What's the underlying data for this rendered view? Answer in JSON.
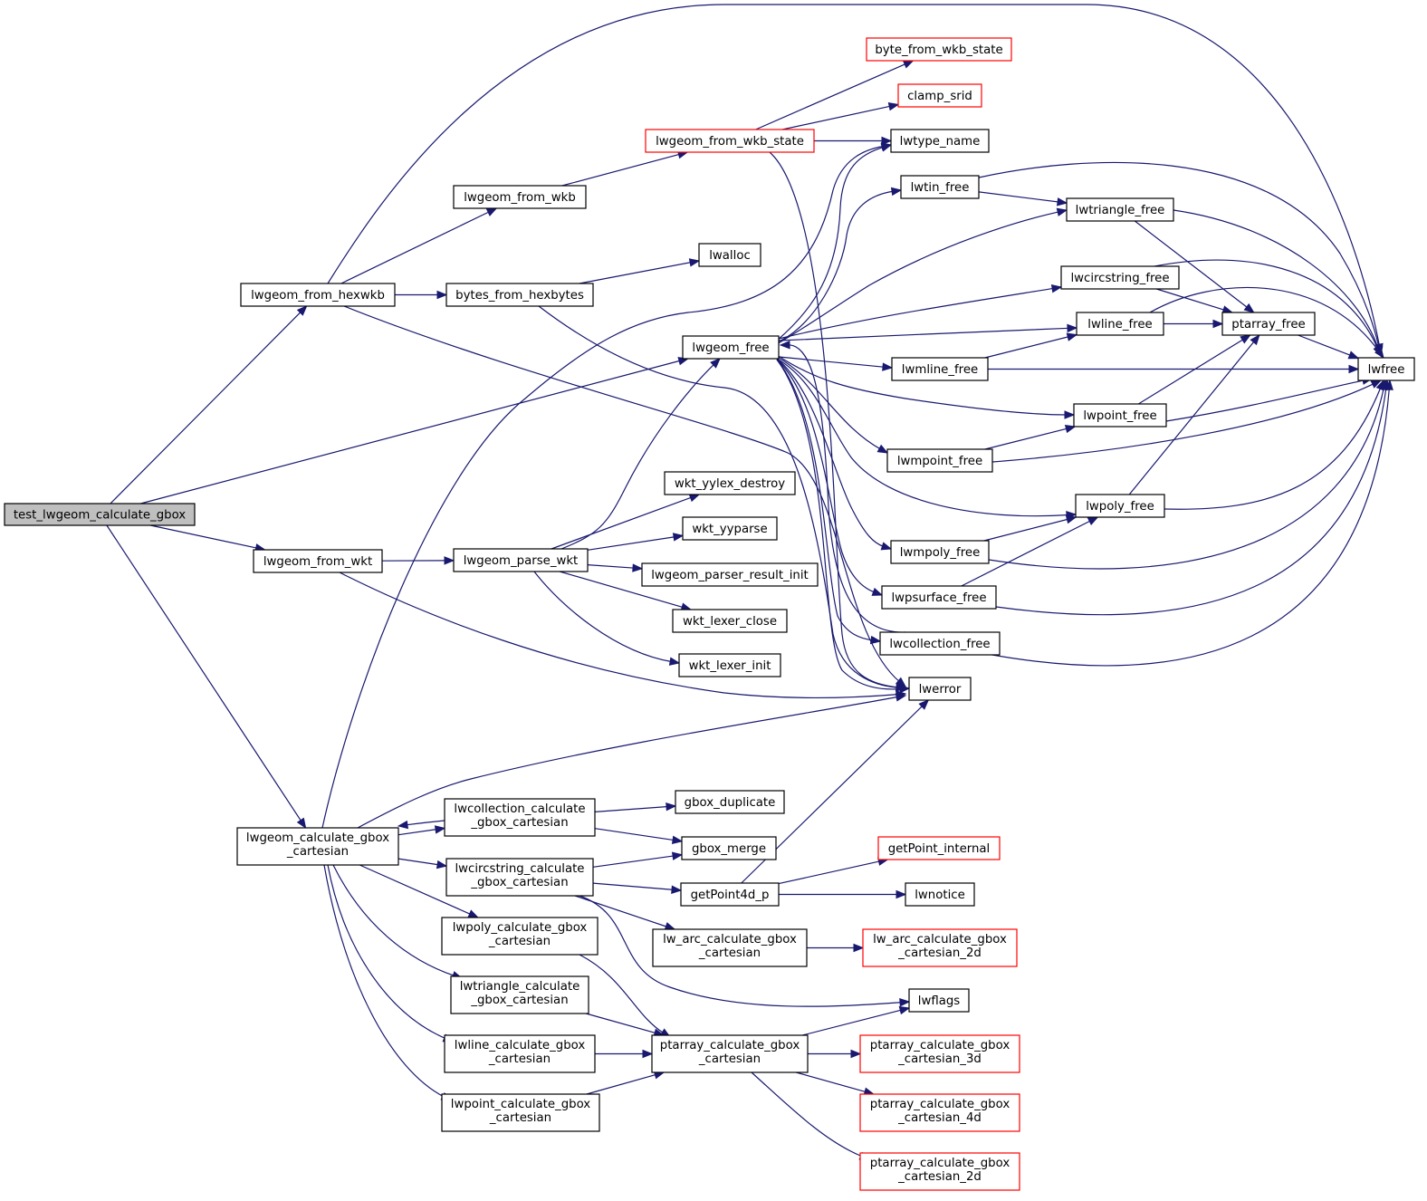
{
  "nodes": [
    {
      "id": "test",
      "lines": [
        "test_lwgeom_calculate_gbox"
      ],
      "color": "gray"
    },
    {
      "id": "from_hexwkb",
      "lines": [
        "lwgeom_from_hexwkb"
      ],
      "color": "black"
    },
    {
      "id": "from_wkt",
      "lines": [
        "lwgeom_from_wkt"
      ],
      "color": "black"
    },
    {
      "id": "calc_gbox_cart",
      "lines": [
        "lwgeom_calculate_gbox",
        "_cartesian"
      ],
      "color": "black"
    },
    {
      "id": "from_wkb",
      "lines": [
        "lwgeom_from_wkb"
      ],
      "color": "black"
    },
    {
      "id": "bytes_from_hexbytes",
      "lines": [
        "bytes_from_hexbytes"
      ],
      "color": "black"
    },
    {
      "id": "from_wkb_state",
      "lines": [
        "lwgeom_from_wkb_state"
      ],
      "color": "red"
    },
    {
      "id": "parse_wkt",
      "lines": [
        "lwgeom_parse_wkt"
      ],
      "color": "black"
    },
    {
      "id": "lwgeom_free",
      "lines": [
        "lwgeom_free"
      ],
      "color": "black"
    },
    {
      "id": "coll_calc",
      "lines": [
        "lwcollection_calculate",
        "_gbox_cartesian"
      ],
      "color": "black"
    },
    {
      "id": "circ_calc",
      "lines": [
        "lwcircstring_calculate",
        "_gbox_cartesian"
      ],
      "color": "black"
    },
    {
      "id": "poly_calc",
      "lines": [
        "lwpoly_calculate_gbox",
        "_cartesian"
      ],
      "color": "black"
    },
    {
      "id": "tri_calc",
      "lines": [
        "lwtriangle_calculate",
        "_gbox_cartesian"
      ],
      "color": "black"
    },
    {
      "id": "line_calc",
      "lines": [
        "lwline_calculate_gbox",
        "_cartesian"
      ],
      "color": "black"
    },
    {
      "id": "point_calc",
      "lines": [
        "lwpoint_calculate_gbox",
        "_cartesian"
      ],
      "color": "black"
    },
    {
      "id": "byte_from_wkb_state",
      "lines": [
        "byte_from_wkb_state"
      ],
      "color": "red"
    },
    {
      "id": "clamp_srid",
      "lines": [
        "clamp_srid"
      ],
      "color": "red"
    },
    {
      "id": "lwtype_name",
      "lines": [
        "lwtype_name"
      ],
      "color": "black"
    },
    {
      "id": "lwtin_free",
      "lines": [
        "lwtin_free"
      ],
      "color": "black"
    },
    {
      "id": "lwalloc",
      "lines": [
        "lwalloc"
      ],
      "color": "black"
    },
    {
      "id": "yylex_destroy",
      "lines": [
        "wkt_yylex_destroy"
      ],
      "color": "black"
    },
    {
      "id": "yyparse",
      "lines": [
        "wkt_yyparse"
      ],
      "color": "black"
    },
    {
      "id": "parser_result_init",
      "lines": [
        "lwgeom_parser_result_init"
      ],
      "color": "black"
    },
    {
      "id": "lexer_close",
      "lines": [
        "wkt_lexer_close"
      ],
      "color": "black"
    },
    {
      "id": "lexer_init",
      "lines": [
        "wkt_lexer_init"
      ],
      "color": "black"
    },
    {
      "id": "gbox_duplicate",
      "lines": [
        "gbox_duplicate"
      ],
      "color": "black"
    },
    {
      "id": "gbox_merge",
      "lines": [
        "gbox_merge"
      ],
      "color": "black"
    },
    {
      "id": "getPoint4d_p",
      "lines": [
        "getPoint4d_p"
      ],
      "color": "black"
    },
    {
      "id": "arc_calc",
      "lines": [
        "lw_arc_calculate_gbox",
        "_cartesian"
      ],
      "color": "black"
    },
    {
      "id": "ptarray_calc",
      "lines": [
        "ptarray_calculate_gbox",
        "_cartesian"
      ],
      "color": "black"
    },
    {
      "id": "lwtriangle_free",
      "lines": [
        "lwtriangle_free"
      ],
      "color": "black"
    },
    {
      "id": "lwcircstring_free",
      "lines": [
        "lwcircstring_free"
      ],
      "color": "black"
    },
    {
      "id": "lwline_free",
      "lines": [
        "lwline_free"
      ],
      "color": "black"
    },
    {
      "id": "lwmline_free",
      "lines": [
        "lwmline_free"
      ],
      "color": "black"
    },
    {
      "id": "lwpoint_free",
      "lines": [
        "lwpoint_free"
      ],
      "color": "black"
    },
    {
      "id": "lwmpoint_free",
      "lines": [
        "lwmpoint_free"
      ],
      "color": "black"
    },
    {
      "id": "lwpoly_free",
      "lines": [
        "lwpoly_free"
      ],
      "color": "black"
    },
    {
      "id": "lwmpoly_free",
      "lines": [
        "lwmpoly_free"
      ],
      "color": "black"
    },
    {
      "id": "lwpsurface_free",
      "lines": [
        "lwpsurface_free"
      ],
      "color": "black"
    },
    {
      "id": "lwcollection_free",
      "lines": [
        "lwcollection_free"
      ],
      "color": "black"
    },
    {
      "id": "lwerror",
      "lines": [
        "lwerror"
      ],
      "color": "black"
    },
    {
      "id": "getPoint_internal",
      "lines": [
        "getPoint_internal"
      ],
      "color": "red"
    },
    {
      "id": "lwnotice",
      "lines": [
        "lwnotice"
      ],
      "color": "black"
    },
    {
      "id": "arc_calc_2d",
      "lines": [
        "lw_arc_calculate_gbox",
        "_cartesian_2d"
      ],
      "color": "red"
    },
    {
      "id": "lwflags",
      "lines": [
        "lwflags"
      ],
      "color": "black"
    },
    {
      "id": "pt_3d",
      "lines": [
        "ptarray_calculate_gbox",
        "_cartesian_3d"
      ],
      "color": "red"
    },
    {
      "id": "pt_4d",
      "lines": [
        "ptarray_calculate_gbox",
        "_cartesian_4d"
      ],
      "color": "red"
    },
    {
      "id": "pt_2d",
      "lines": [
        "ptarray_calculate_gbox",
        "_cartesian_2d"
      ],
      "color": "red"
    },
    {
      "id": "ptarray_free",
      "lines": [
        "ptarray_free"
      ],
      "color": "black"
    },
    {
      "id": "lwfree",
      "lines": [
        "lwfree"
      ],
      "color": "black"
    }
  ],
  "edges": [
    [
      "test",
      "from_hexwkb"
    ],
    [
      "test",
      "lwgeom_free"
    ],
    [
      "test",
      "from_wkt"
    ],
    [
      "test",
      "calc_gbox_cart"
    ],
    [
      "from_hexwkb",
      "from_wkb"
    ],
    [
      "from_hexwkb",
      "bytes_from_hexbytes"
    ],
    [
      "from_hexwkb",
      "lwfree"
    ],
    [
      "from_hexwkb",
      "lwerror"
    ],
    [
      "from_wkb",
      "from_wkb_state"
    ],
    [
      "from_wkb_state",
      "byte_from_wkb_state"
    ],
    [
      "from_wkb_state",
      "clamp_srid"
    ],
    [
      "from_wkb_state",
      "lwtype_name"
    ],
    [
      "from_wkb_state",
      "lwerror"
    ],
    [
      "bytes_from_hexbytes",
      "lwalloc"
    ],
    [
      "bytes_from_hexbytes",
      "lwerror"
    ],
    [
      "from_wkt",
      "parse_wkt"
    ],
    [
      "from_wkt",
      "lwerror"
    ],
    [
      "parse_wkt",
      "lwgeom_free"
    ],
    [
      "parse_wkt",
      "yylex_destroy"
    ],
    [
      "parse_wkt",
      "yyparse"
    ],
    [
      "parse_wkt",
      "parser_result_init"
    ],
    [
      "parse_wkt",
      "lexer_close"
    ],
    [
      "parse_wkt",
      "lexer_init"
    ],
    [
      "calc_gbox_cart",
      "coll_calc"
    ],
    [
      "calc_gbox_cart",
      "circ_calc"
    ],
    [
      "calc_gbox_cart",
      "poly_calc"
    ],
    [
      "calc_gbox_cart",
      "tri_calc"
    ],
    [
      "calc_gbox_cart",
      "line_calc"
    ],
    [
      "calc_gbox_cart",
      "point_calc"
    ],
    [
      "calc_gbox_cart",
      "lwtype_name"
    ],
    [
      "calc_gbox_cart",
      "lwerror"
    ],
    [
      "coll_calc",
      "gbox_duplicate"
    ],
    [
      "coll_calc",
      "gbox_merge"
    ],
    [
      "coll_calc",
      "calc_gbox_cart"
    ],
    [
      "circ_calc",
      "gbox_merge"
    ],
    [
      "circ_calc",
      "getPoint4d_p"
    ],
    [
      "circ_calc",
      "arc_calc"
    ],
    [
      "circ_calc",
      "lwflags"
    ],
    [
      "getPoint4d_p",
      "getPoint_internal"
    ],
    [
      "getPoint4d_p",
      "lwnotice"
    ],
    [
      "getPoint4d_p",
      "lwerror"
    ],
    [
      "arc_calc",
      "arc_calc_2d"
    ],
    [
      "poly_calc",
      "ptarray_calc"
    ],
    [
      "tri_calc",
      "ptarray_calc"
    ],
    [
      "line_calc",
      "ptarray_calc"
    ],
    [
      "point_calc",
      "ptarray_calc"
    ],
    [
      "ptarray_calc",
      "lwflags"
    ],
    [
      "ptarray_calc",
      "pt_3d"
    ],
    [
      "ptarray_calc",
      "pt_4d"
    ],
    [
      "ptarray_calc",
      "pt_2d"
    ],
    [
      "lwgeom_free",
      "lwtin_free"
    ],
    [
      "lwgeom_free",
      "lwtriangle_free"
    ],
    [
      "lwgeom_free",
      "lwcircstring_free"
    ],
    [
      "lwgeom_free",
      "lwline_free"
    ],
    [
      "lwgeom_free",
      "lwmline_free"
    ],
    [
      "lwgeom_free",
      "lwpoint_free"
    ],
    [
      "lwgeom_free",
      "lwmpoint_free"
    ],
    [
      "lwgeom_free",
      "lwpoly_free"
    ],
    [
      "lwgeom_free",
      "lwmpoly_free"
    ],
    [
      "lwgeom_free",
      "lwpsurface_free"
    ],
    [
      "lwgeom_free",
      "lwcollection_free"
    ],
    [
      "lwgeom_free",
      "lwtype_name"
    ],
    [
      "lwgeom_free",
      "lwerror"
    ],
    [
      "lwtin_free",
      "lwtriangle_free"
    ],
    [
      "lwtin_free",
      "lwfree"
    ],
    [
      "lwtriangle_free",
      "ptarray_free"
    ],
    [
      "lwtriangle_free",
      "lwfree"
    ],
    [
      "lwcircstring_free",
      "ptarray_free"
    ],
    [
      "lwcircstring_free",
      "lwfree"
    ],
    [
      "lwline_free",
      "ptarray_free"
    ],
    [
      "lwline_free",
      "lwfree"
    ],
    [
      "lwmline_free",
      "lwline_free"
    ],
    [
      "lwmline_free",
      "lwfree"
    ],
    [
      "lwpoint_free",
      "ptarray_free"
    ],
    [
      "lwpoint_free",
      "lwfree"
    ],
    [
      "lwmpoint_free",
      "lwpoint_free"
    ],
    [
      "lwmpoint_free",
      "lwfree"
    ],
    [
      "lwpoly_free",
      "ptarray_free"
    ],
    [
      "lwpoly_free",
      "lwfree"
    ],
    [
      "lwmpoly_free",
      "lwpoly_free"
    ],
    [
      "lwmpoly_free",
      "lwfree"
    ],
    [
      "lwpsurface_free",
      "lwpoly_free"
    ],
    [
      "lwpsurface_free",
      "lwfree"
    ],
    [
      "lwcollection_free",
      "lwgeom_free"
    ],
    [
      "lwcollection_free",
      "lwfree"
    ],
    [
      "ptarray_free",
      "lwfree"
    ]
  ]
}
